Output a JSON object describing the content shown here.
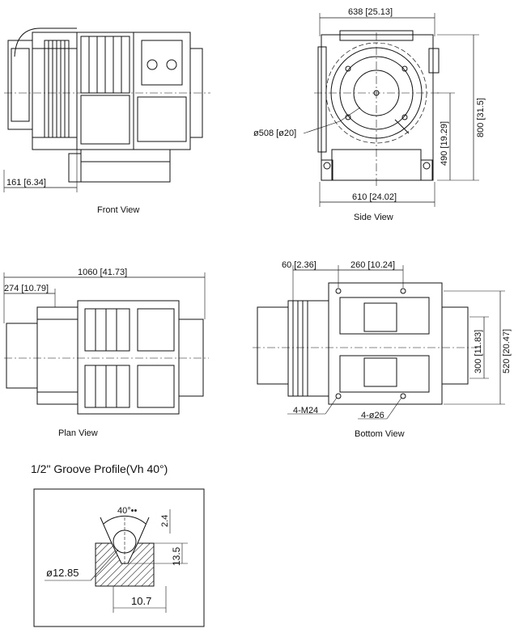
{
  "views": {
    "front": {
      "caption": "Front View",
      "dim_left": "161 [6.34]"
    },
    "side": {
      "caption": "Side View",
      "dim_top": "638 [25.13]",
      "dim_bottom": "610 [24.02]",
      "dim_right_outer": "800 [31.5]",
      "dim_right_inner": "490 [19.29]",
      "dim_diameter": "ø508 [ø20]"
    },
    "plan": {
      "caption": "Plan View",
      "dim_overall": "1060 [41.73]",
      "dim_left": "274 [10.79]"
    },
    "bottom": {
      "caption": "Bottom View",
      "dim_top_left": "60 [2.36]",
      "dim_top_mid": "260 [10.24]",
      "dim_right_outer": "520 [20.47]",
      "dim_right_inner": "300 [11.83]",
      "label_bolts": "4-M24",
      "label_holes": "4-ø26"
    }
  },
  "groove": {
    "title": "1/2\" Groove Profile(Vh 40°)",
    "angle": "40°••",
    "depth_top": "2.4",
    "depth": "13.5",
    "diameter": "ø12.85",
    "width": "10.7"
  }
}
